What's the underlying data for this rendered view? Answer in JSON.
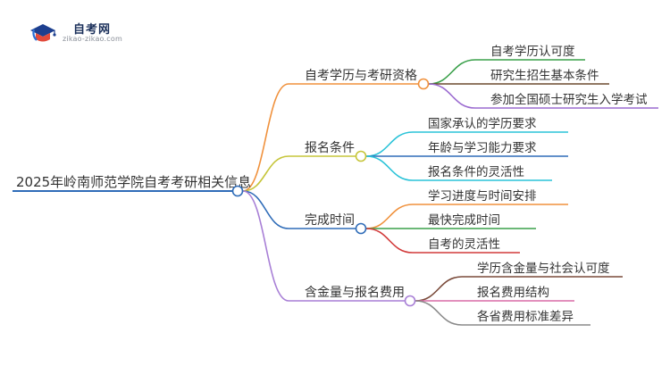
{
  "logo": {
    "name": "自考网",
    "url": "zikao-zikao.com"
  },
  "root": {
    "label": "2025年岭南师范学院自考考研相关信息",
    "color": "#2f6cb8"
  },
  "branches": [
    {
      "label": "自考学历与考研资格",
      "color": "#f0913c",
      "children": [
        {
          "label": "自考学历认可度",
          "color": "#3aa04a"
        },
        {
          "label": "研究生招生基本条件",
          "color": "#6b4a2e"
        },
        {
          "label": "参加全国硕士研究生入学考试",
          "color": "#9b6bd0"
        }
      ]
    },
    {
      "label": "报名条件",
      "color": "#c6c53a",
      "children": [
        {
          "label": "国家承认的学历要求",
          "color": "#2ac3d8"
        },
        {
          "label": "年龄与学习能力要求",
          "color": "#2f6cb8"
        },
        {
          "label": "报名条件的灵活性",
          "color": "#2ac3d8"
        }
      ]
    },
    {
      "label": "完成时间",
      "color": "#2f6cb8",
      "children": [
        {
          "label": "学习进度与时间安排",
          "color": "#f0913c"
        },
        {
          "label": "最快完成时间",
          "color": "#3aa04a"
        },
        {
          "label": "自考的灵活性",
          "color": "#d23a3a"
        }
      ]
    },
    {
      "label": "含金量与报名费用",
      "color": "#a87fd6",
      "children": [
        {
          "label": "学历含金量与社会认可度",
          "color": "#7a4a3a"
        },
        {
          "label": "报名费用结构",
          "color": "#d96ba7"
        },
        {
          "label": "各省费用标准差异",
          "color": "#8a8a8a"
        }
      ]
    }
  ]
}
